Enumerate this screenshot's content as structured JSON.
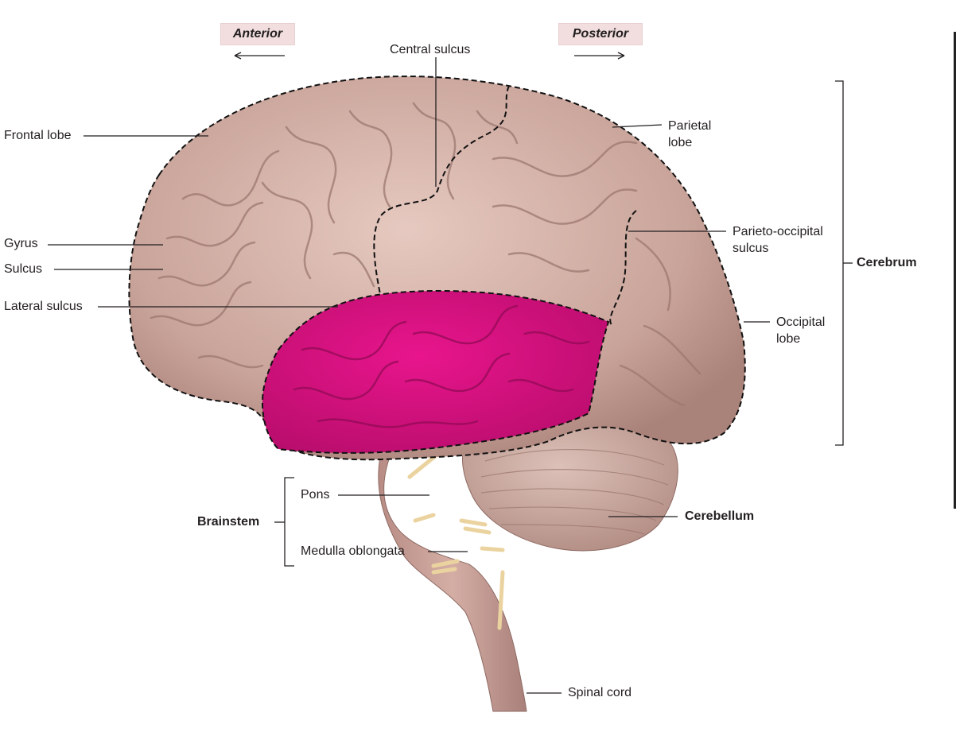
{
  "direction": {
    "anterior": "Anterior",
    "posterior": "Posterior"
  },
  "labels": {
    "central_sulcus": "Central sulcus",
    "frontal_lobe": "Frontal lobe",
    "parietal_lobe_1": "Parietal",
    "parietal_lobe_2": "lobe",
    "gyrus": "Gyrus",
    "sulcus": "Sulcus",
    "lateral_sulcus": "Lateral sulcus",
    "parieto_occipital_1": "Parieto-occipital",
    "parieto_occipital_2": "sulcus",
    "cerebrum": "Cerebrum",
    "occipital_lobe_1": "Occipital",
    "occipital_lobe_2": "lobe",
    "pons": "Pons",
    "brainstem": "Brainstem",
    "cerebellum": "Cerebellum",
    "medulla": "Medulla oblongata",
    "spinal_cord": "Spinal cord"
  },
  "colors": {
    "brain": "#c9a49a",
    "brain_light": "#dcbcb2",
    "gyri_shadow": "#9c7870",
    "temporal_highlight": "#d6127f",
    "cerebellum": "#c7a69b",
    "brainstem": "#c49a92",
    "nerve": "#efd9a8"
  }
}
